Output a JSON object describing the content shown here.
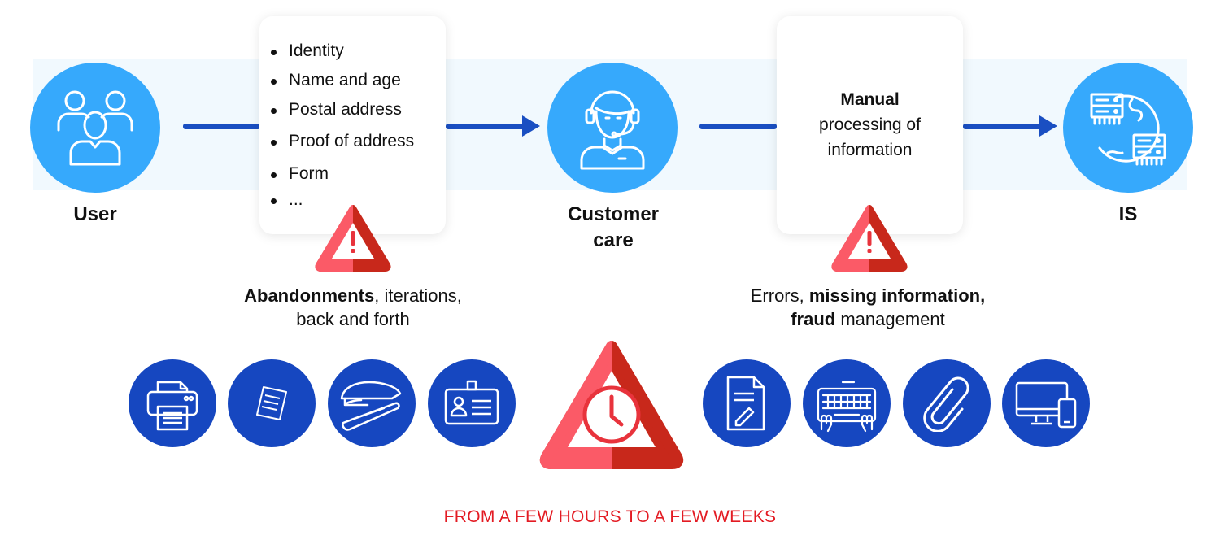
{
  "nodes": {
    "user": {
      "label": "User",
      "icon": "users-icon"
    },
    "customer_care": {
      "label_line1": "Customer",
      "label_line2": "care",
      "icon": "headset-agent-icon"
    },
    "is": {
      "label": "IS",
      "icon": "servers-globe-icon"
    }
  },
  "documents_card": {
    "items": [
      "Identity",
      "Name and age",
      "Postal address",
      "Proof of address",
      "Form",
      "..."
    ]
  },
  "manual_card": {
    "line1": "Manual",
    "line2": "processing of",
    "line3": "information"
  },
  "warnings": {
    "left": {
      "bold": "Abandonments",
      "rest_line1": ", iterations,",
      "line2": "back and forth"
    },
    "right": {
      "plain": "Errors, ",
      "bold1": "missing information,",
      "bold2": "fraud",
      "rest_line2": " management"
    }
  },
  "tools": {
    "left": [
      "printer-icon",
      "paper-note-icon",
      "stapler-icon",
      "id-card-icon"
    ],
    "right": [
      "document-edit-icon",
      "keyboard-typing-icon",
      "paperclip-icon",
      "devices-icon"
    ]
  },
  "bottom_note": "FROM A FEW HOURS TO A FEW WEEKS",
  "colors": {
    "node_blue": "#36a9fc",
    "tool_blue": "#1647c0",
    "arrow_blue": "#1a4fc2",
    "warning_red_light": "#fb5a67",
    "warning_red_dark": "#c8281b",
    "note_red": "#e31b23"
  }
}
